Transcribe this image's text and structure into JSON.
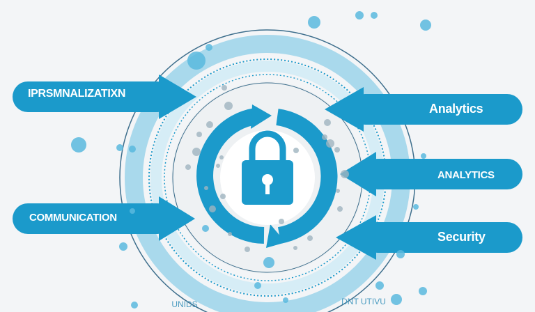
{
  "diagram": {
    "center_icon": "padlock-icon",
    "colors": {
      "accent": "#1b9acb",
      "accent_light": "#a9d9ec",
      "accent_pale": "#d6edf6",
      "outline": "#3d6e8c",
      "background": "#f3f5f7",
      "dots": "#9fb4bf"
    },
    "left_arrows": [
      {
        "label": "IPRSMNALIZATIXN"
      },
      {
        "label": "COMMUNICATION"
      }
    ],
    "right_arrows": [
      {
        "label": "Analytics"
      },
      {
        "label": "ANALYTICS"
      },
      {
        "label": "Security"
      }
    ],
    "bottom_text": [
      "UNIDS",
      "DNT UTIVU"
    ]
  }
}
